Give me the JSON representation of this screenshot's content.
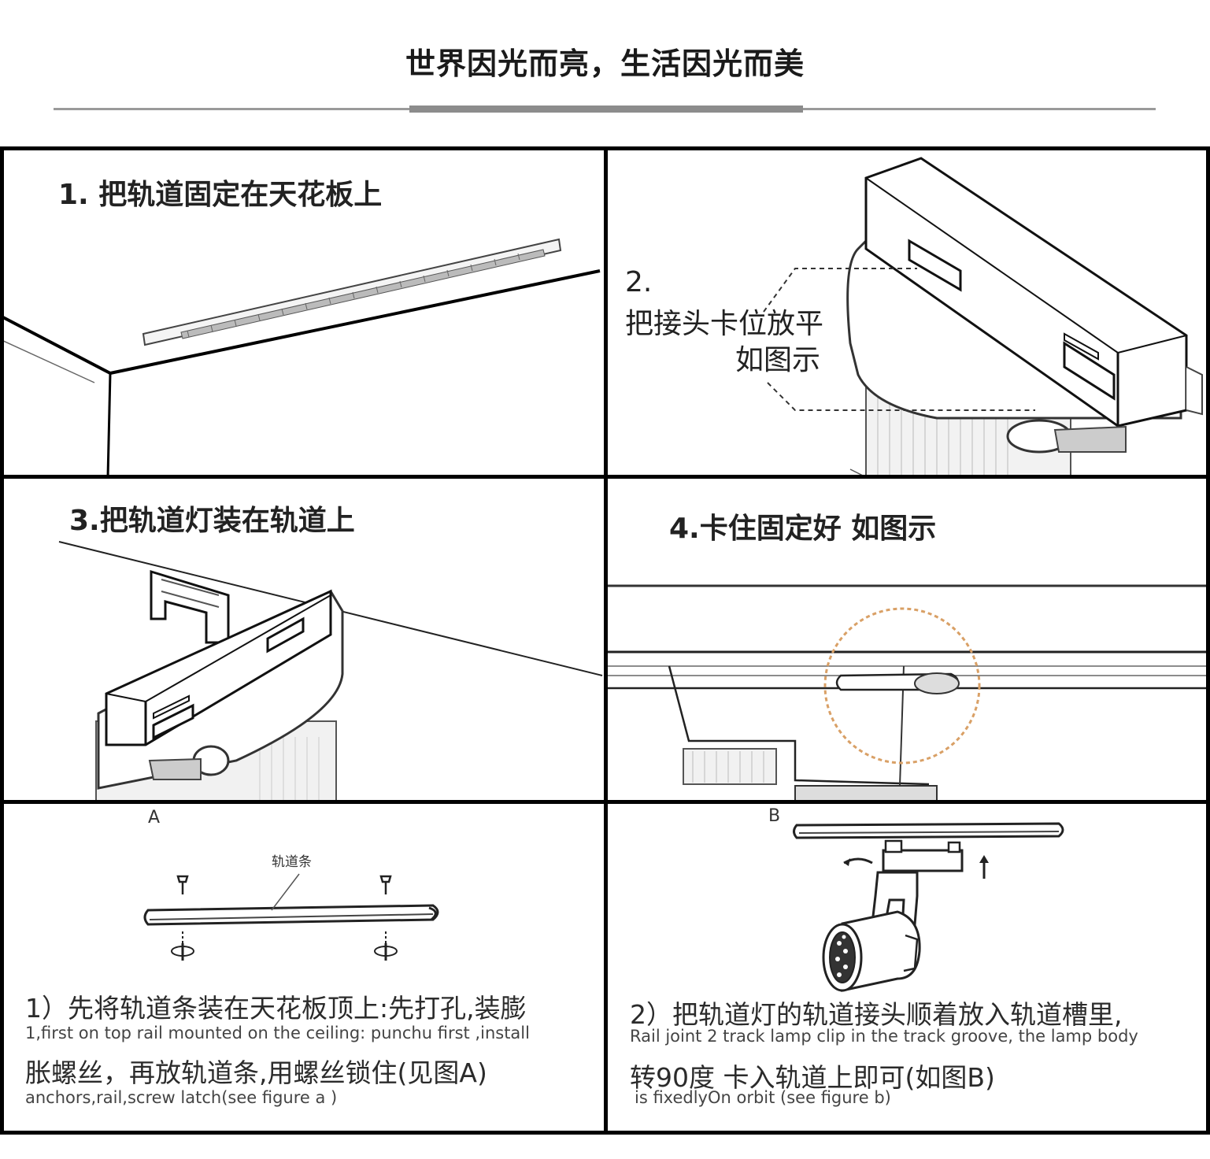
{
  "header": {
    "title": "世界因光而亮，生活因光而美"
  },
  "steps": [
    {
      "title": "1. 把轨道固定在天花板上"
    },
    {
      "number": "2.",
      "line1": "把接头卡位放平",
      "line2": "如图示"
    },
    {
      "title": "3.把轨道灯装在轨道上"
    },
    {
      "title": "4.卡住固定好  如图示"
    }
  ],
  "figure_a": {
    "letter": "A",
    "rail_label": "轨道条",
    "cn_line1": "1）先将轨道条装在天花板顶上:先打孔,装膨",
    "en_line1": "1,first on top rail mounted on the ceiling: punchu first ,install",
    "cn_line2": "胀螺丝，再放轨道条,用螺丝锁住(见图A)",
    "en_line2": "anchors,rail,screw latch(see figure a )"
  },
  "figure_b": {
    "letter": "B",
    "cn_line1": "2）把轨道灯的轨道接头顺着放入轨道槽里,",
    "en_line1": "Rail joint 2 track lamp clip in the track groove, the lamp body",
    "cn_line2": "转90度 卡入轨道上即可(如图B)",
    "en_line2": "is fixedlyOn orbit (see figure b)"
  },
  "colors": {
    "divider": "#9a9a9a",
    "highlight_circle": "#d9a066",
    "line": "#000000"
  }
}
